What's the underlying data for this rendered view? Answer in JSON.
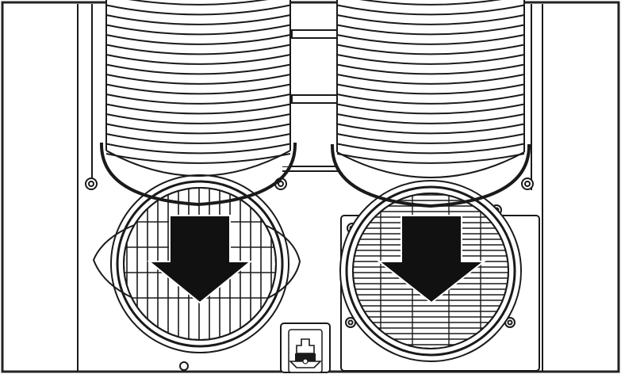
{
  "figure": {
    "type": "line-drawing",
    "subject": "ducts",
    "colors": {
      "stroke": "#1a1a1a",
      "fill": "#ffffff",
      "arrow": "#111111",
      "frame": "#222222"
    },
    "icons": {
      "left_arrow": "arrow-down-icon",
      "right_arrow": "arrow-down-icon",
      "socket": "power-socket-icon"
    },
    "ducts": [
      {
        "id": "left-duct",
        "grille": "vertical-bars"
      },
      {
        "id": "right-duct",
        "grille": "horizontal-bars"
      }
    ]
  }
}
